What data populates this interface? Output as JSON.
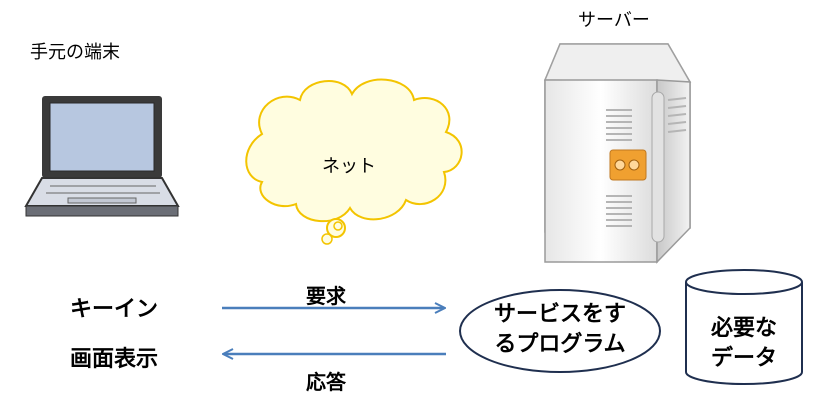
{
  "labels": {
    "local_terminal": "手元の端末",
    "server": "サーバー",
    "network": "ネット",
    "key_in": "キーイン",
    "screen_display": "画面表示",
    "request": "要求",
    "response": "応答",
    "service_program_line1": "サービスをす",
    "service_program_line2": "るプログラム",
    "required_data_line1": "必要な",
    "required_data_line2": "データ"
  },
  "colors": {
    "arrow": "#4a7ebb",
    "cloud_fill": "#fffde0",
    "cloud_stroke": "#f3c400",
    "server_accent": "#f0a030",
    "laptop_screen": "#b7c7e0"
  }
}
